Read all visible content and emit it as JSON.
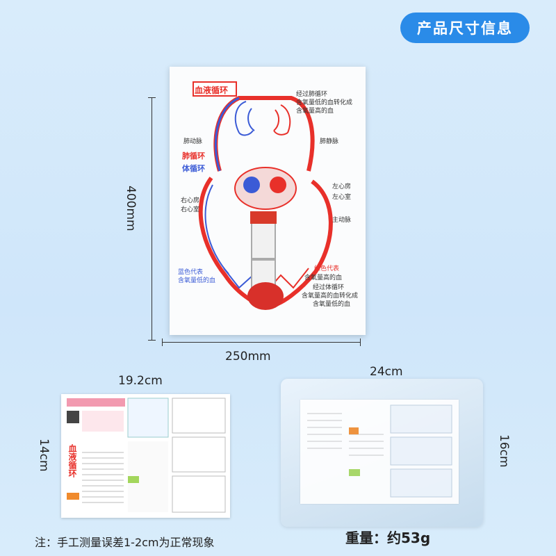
{
  "header": {
    "badge_label": "产品尺寸信息"
  },
  "board": {
    "title": "血液循环",
    "labels": {
      "pulmonary_circ_note_1": "经过肺循环",
      "pulmonary_circ_note_2": "含氧量低的血转化成",
      "pulmonary_circ_note_3": "含氧量高的血",
      "pulmonary_artery": "肺动脉",
      "pulmonary_vein": "肺静脉",
      "pulmonary_circulation": "肺循环",
      "systemic_circulation": "体循环",
      "left_atrium": "左心房",
      "left_ventricle": "左心室",
      "right_atrium": "右心房",
      "right_ventricle": "右心室",
      "aorta": "主动脉",
      "blue_note_1": "蓝色代表",
      "blue_note_2": "含氧量低的血",
      "red_note_1": "红色代表",
      "red_note_2": "含氧量高的血",
      "systemic_note_1": "经过体循环",
      "systemic_note_2": "含氧量高的血转化成",
      "systemic_note_3": "含氧量低的血"
    }
  },
  "dimensions": {
    "board_height": "400mm",
    "board_width": "250mm",
    "card_width": "19.2cm",
    "card_height": "14cm",
    "bag_width": "24cm",
    "bag_height": "16cm"
  },
  "card": {
    "title": "血液循环"
  },
  "footer": {
    "note": "注：手工测量误差1-2cm为正常现象",
    "weight": "重量：约53g"
  },
  "colors": {
    "accent": "#2a8be8",
    "artery": "#e8302a",
    "vein": "#3b5bd6"
  }
}
